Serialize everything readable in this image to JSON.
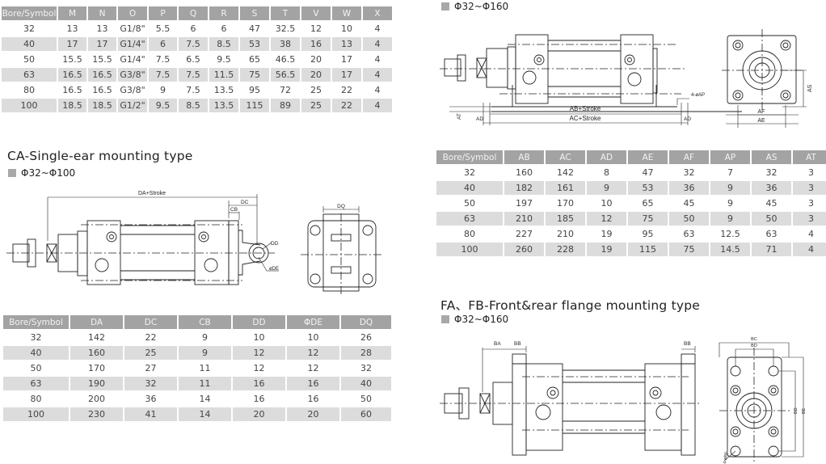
{
  "table_top": {
    "headers": [
      "Bore/Symbol",
      "M",
      "N",
      "O",
      "P",
      "Q",
      "R",
      "S",
      "T",
      "V",
      "W",
      "X"
    ],
    "rows": [
      [
        "32",
        "13",
        "13",
        "G1/8\"",
        "5.5",
        "6",
        "6",
        "47",
        "32.5",
        "12",
        "10",
        "4"
      ],
      [
        "40",
        "17",
        "17",
        "G1/4\"",
        "6",
        "7.5",
        "8.5",
        "53",
        "38",
        "16",
        "13",
        "4"
      ],
      [
        "50",
        "15.5",
        "15.5",
        "G1/4\"",
        "7.5",
        "6.5",
        "9.5",
        "65",
        "46.5",
        "20",
        "17",
        "4"
      ],
      [
        "63",
        "16.5",
        "16.5",
        "G3/8\"",
        "7.5",
        "7.5",
        "11.5",
        "75",
        "56.5",
        "20",
        "17",
        "4"
      ],
      [
        "80",
        "16.5",
        "16.5",
        "G3/8\"",
        "9",
        "7.5",
        "13.5",
        "95",
        "72",
        "25",
        "22",
        "4"
      ],
      [
        "100",
        "18.5",
        "18.5",
        "G1/2\"",
        "9.5",
        "8.5",
        "13.5",
        "115",
        "89",
        "25",
        "22",
        "4"
      ]
    ]
  },
  "foot_section": {
    "range": "Φ32~Φ160",
    "labels": {
      "ab_stroke": "AB+Stroke",
      "ac_stroke": "AC+Stroke",
      "ad": "AD",
      "at": "AT",
      "ap": "4-øAP",
      "af": "AF",
      "ae": "AE",
      "as": "AS"
    },
    "table": {
      "headers": [
        "Bore/Symbol",
        "AB",
        "AC",
        "AD",
        "AE",
        "AF",
        "AP",
        "AS",
        "AT"
      ],
      "rows": [
        [
          "32",
          "160",
          "142",
          "8",
          "47",
          "32",
          "7",
          "32",
          "3"
        ],
        [
          "40",
          "182",
          "161",
          "9",
          "53",
          "36",
          "9",
          "36",
          "3"
        ],
        [
          "50",
          "197",
          "170",
          "10",
          "65",
          "45",
          "9",
          "45",
          "3"
        ],
        [
          "63",
          "210",
          "185",
          "12",
          "75",
          "50",
          "9",
          "50",
          "3"
        ],
        [
          "80",
          "227",
          "210",
          "19",
          "95",
          "63",
          "12.5",
          "63",
          "4"
        ],
        [
          "100",
          "260",
          "228",
          "19",
          "115",
          "75",
          "14.5",
          "71",
          "4"
        ]
      ]
    }
  },
  "ca_section": {
    "title": "CA-Single-ear mounting type",
    "range": "Φ32~Φ100",
    "labels": {
      "da_stroke": "DA+Stroke",
      "dc": "DC",
      "cb": "CB",
      "dd": "DD",
      "de": "øDE",
      "dq": "DQ"
    },
    "table": {
      "headers": [
        "Bore/Symbol",
        "DA",
        "DC",
        "CB",
        "DD",
        "ΦDE",
        "DQ"
      ],
      "rows": [
        [
          "32",
          "142",
          "22",
          "9",
          "10",
          "10",
          "26"
        ],
        [
          "40",
          "160",
          "25",
          "9",
          "12",
          "12",
          "28"
        ],
        [
          "50",
          "170",
          "27",
          "11",
          "12",
          "12",
          "32"
        ],
        [
          "63",
          "190",
          "32",
          "11",
          "16",
          "16",
          "40"
        ],
        [
          "80",
          "200",
          "36",
          "14",
          "16",
          "16",
          "50"
        ],
        [
          "100",
          "230",
          "41",
          "14",
          "20",
          "20",
          "60"
        ]
      ]
    }
  },
  "fa_section": {
    "title": "FA、FB-Front&rear flange mounting type",
    "range": "Φ32~Φ160",
    "labels": {
      "ba": "BA",
      "bb": "BB",
      "bc": "BC",
      "bd": "BD",
      "be": "BE",
      "bf": "4-øBF"
    }
  }
}
